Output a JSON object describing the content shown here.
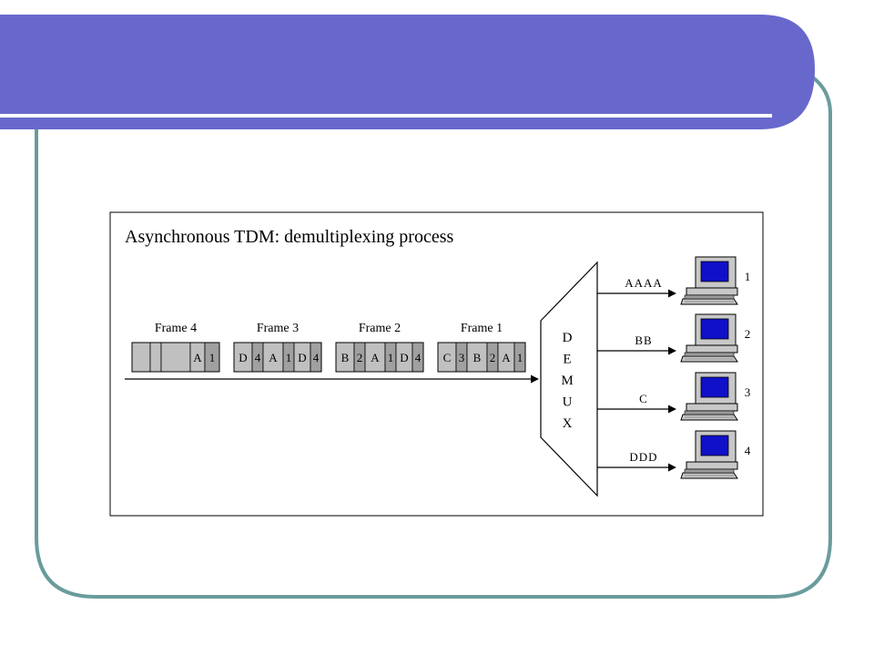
{
  "slide": {
    "colors": {
      "banner": "#6868cc",
      "border": "#6a9c9c",
      "accent_line": "#ffffff"
    }
  },
  "diagram": {
    "title": "Asynchronous TDM: demultiplexing process",
    "frames": [
      {
        "label": "Frame 4",
        "cells": [
          {
            "text": "",
            "shade": "light"
          },
          {
            "text": "",
            "shade": "light"
          },
          {
            "text": "",
            "shade": "light"
          },
          {
            "text": "A",
            "shade": "light"
          },
          {
            "text": "1",
            "shade": "dark"
          }
        ]
      },
      {
        "label": "Frame 3",
        "cells": [
          {
            "text": "D",
            "shade": "light"
          },
          {
            "text": "4",
            "shade": "dark"
          },
          {
            "text": "A",
            "shade": "light"
          },
          {
            "text": "1",
            "shade": "dark"
          },
          {
            "text": "D",
            "shade": "light"
          },
          {
            "text": "4",
            "shade": "dark"
          }
        ]
      },
      {
        "label": "Frame 2",
        "cells": [
          {
            "text": "B",
            "shade": "light"
          },
          {
            "text": "2",
            "shade": "dark"
          },
          {
            "text": "A",
            "shade": "light"
          },
          {
            "text": "1",
            "shade": "dark"
          },
          {
            "text": "D",
            "shade": "light"
          },
          {
            "text": "4",
            "shade": "dark"
          }
        ]
      },
      {
        "label": "Frame 1",
        "cells": [
          {
            "text": "C",
            "shade": "light"
          },
          {
            "text": "3",
            "shade": "dark"
          },
          {
            "text": "B",
            "shade": "light"
          },
          {
            "text": "2",
            "shade": "dark"
          },
          {
            "text": "A",
            "shade": "light"
          },
          {
            "text": "1",
            "shade": "dark"
          }
        ]
      }
    ],
    "demux_letters": [
      "D",
      "E",
      "M",
      "U",
      "X"
    ],
    "outputs": [
      {
        "label": "AAAA",
        "number": "1",
        "icon": "computer-icon"
      },
      {
        "label": "BB",
        "number": "2",
        "icon": "computer-icon"
      },
      {
        "label": "C",
        "number": "3",
        "icon": "computer-icon"
      },
      {
        "label": "DDD",
        "number": "4",
        "icon": "computer-icon"
      }
    ],
    "colors": {
      "cell_light": "#c0c0c0",
      "cell_dark": "#a0a0a0",
      "screen": "#1010c8",
      "computer": "#c8c8c8"
    }
  }
}
